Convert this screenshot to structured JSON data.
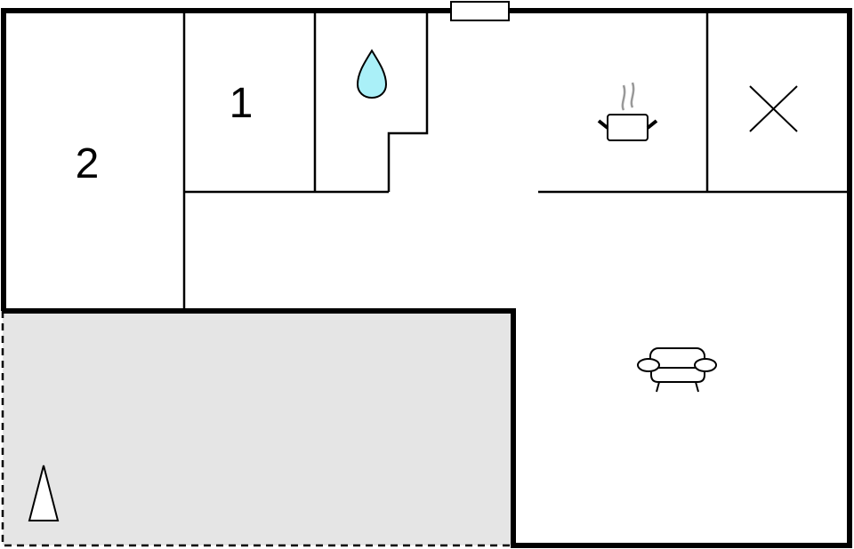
{
  "plan": {
    "rooms": [
      {
        "id": "bedroom-2",
        "label": "2"
      },
      {
        "id": "bedroom-1",
        "label": "1"
      }
    ],
    "icons": {
      "bathroom": "water-drop-icon",
      "kitchen": "cooking-pot-icon",
      "utility": "cross-icon",
      "living": "armchair-icon",
      "terrace": "umbrella-triangle-icon"
    },
    "colors": {
      "wall": "#000000",
      "terrace_fill": "#e5e5e5",
      "water_drop": "#aaf0f8",
      "steam": "#999999"
    }
  }
}
